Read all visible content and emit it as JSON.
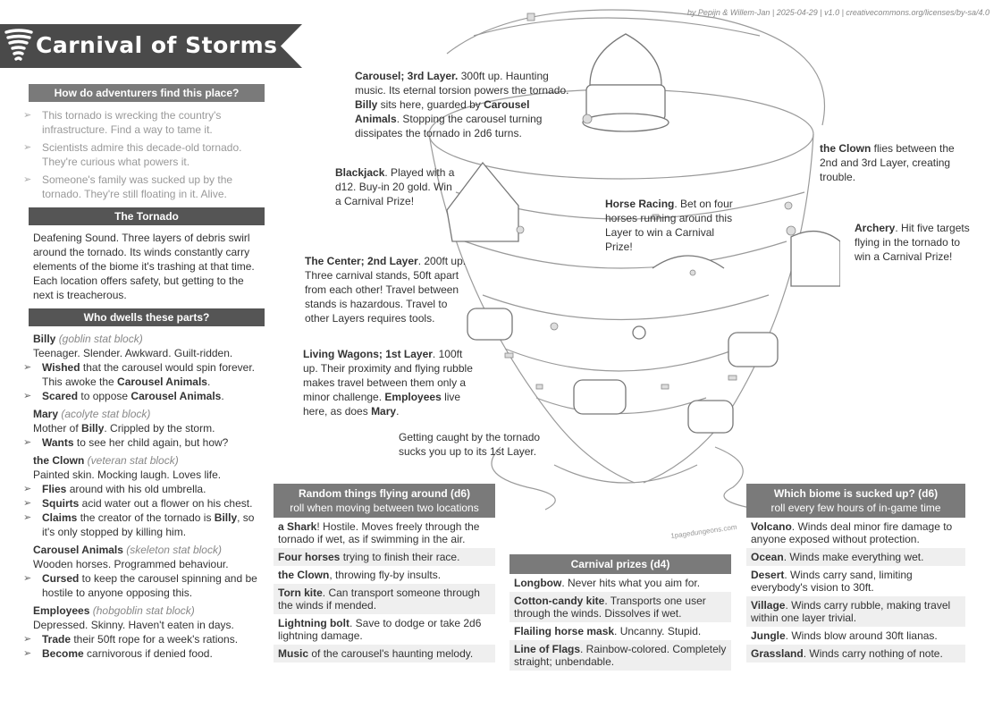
{
  "credit": "by Pepijn & Willem-Jan | 2025-04-29 | v1.0 | creativecommons.org/licenses/by-sa/4.0",
  "title": "Carnival of Storms",
  "find": {
    "header": "How do adventurers find this place?",
    "items": [
      "This tornado is wrecking the country's infrastructure. Find a way to tame it.",
      "Scientists admire this decade-old tornado. They're curious what powers it.",
      "Someone's family was sucked up by the tornado. They're still floating in it. Alive."
    ]
  },
  "tornado": {
    "header": "The Tornado",
    "text": "Deafening Sound. Three layers of debris swirl around the tornado. Its winds constantly carry elements of the biome it's trashing at that time. Each location offers safety, but getting to the next is treacherous."
  },
  "dwellers": {
    "header": "Who dwells these parts?",
    "billy": {
      "name": "Billy",
      "stat": "(goblin stat block)",
      "desc": "Teenager. Slender. Awkward. Guilt-ridden.",
      "b1": "Wished",
      "t1a": " that the carousel would spin forever. This awoke the ",
      "b1b": "Carousel Animals",
      "t1b": ".",
      "b2": "Scared",
      "t2": " to oppose ",
      "b2b": "Carousel Animals",
      "t2b": "."
    },
    "mary": {
      "name": "Mary",
      "stat": "(acolyte stat block)",
      "desc_a": "Mother of ",
      "desc_b": "Billy",
      "desc_c": ". Crippled by the storm.",
      "b1": "Wants",
      "t1": " to see her child again, but how?"
    },
    "clown": {
      "name": "the Clown",
      "stat": "(veteran stat block)",
      "desc": "Painted skin. Mocking laugh. Loves life.",
      "b1": "Flies",
      "t1": " around with his old umbrella.",
      "b2": "Squirts",
      "t2": " acid water out a flower on his chest.",
      "b3": "Claims",
      "t3a": " the creator of the tornado is ",
      "b3b": "Billy",
      "t3b": ", so it's only stopped by killing him."
    },
    "animals": {
      "name": "Carousel Animals",
      "stat": "(skeleton stat block)",
      "desc": "Wooden horses. Programmed behaviour.",
      "b1": "Cursed",
      "t1": " to keep the carousel spinning and be hostile to anyone opposing this."
    },
    "employees": {
      "name": "Employees",
      "stat": "(hobgoblin stat block)",
      "desc": "Depressed. Skinny. Haven't eaten in days.",
      "b1": "Trade",
      "t1": " their 50ft rope for a week's rations.",
      "b2": "Become",
      "t2": " carnivorous if denied food."
    }
  },
  "annotations": {
    "carousel": {
      "b": "Carousel; 3rd Layer.",
      "t1": " 300ft up. Haunting music. Its eternal torsion powers the tornado. ",
      "b2": "Billy",
      "t2": " sits here, guarded by ",
      "b3": "Carousel Animals",
      "t3": ". Stopping the carousel turning dissipates the tornado in 2d6 turns."
    },
    "clown": {
      "b": "the Clown",
      "t": " flies between the 2nd and 3rd Layer, creating trouble."
    },
    "blackjack": {
      "b": "Blackjack",
      "t": ". Played with a d12. Buy-in 20 gold. Win a Carnival Prize!"
    },
    "horse": {
      "b": "Horse Racing",
      "t": ". Bet on four horses running around this Layer to win a Carnival Prize!"
    },
    "archery": {
      "b": "Archery",
      "t": ". Hit five targets flying in the tornado to win a Carnival Prize!"
    },
    "center": {
      "b": "The Center; 2nd Layer",
      "t": ". 200ft up. Three carnival stands, 50ft apart from each other! Travel between stands is hazardous. Travel to other Layers requires tools."
    },
    "wagons": {
      "b": "Living Wagons; 1st Layer",
      "t1": ". 100ft up. Their proximity and flying rubble makes travel between them only a minor challenge. ",
      "b2": "Employees",
      "t2": " live here, as does ",
      "b3": "Mary",
      "t3": "."
    },
    "caught": "Getting caught by the tornado sucks you up to its 1st Layer."
  },
  "random": {
    "header": "Random things flying around (d6)",
    "sub": "roll when moving between two locations",
    "rows": [
      {
        "b": "a Shark",
        "t": "! Hostile. Moves freely through the tornado if wet, as if swimming in the air."
      },
      {
        "b": "Four horses",
        "t": " trying to finish their race."
      },
      {
        "b": "the Clown",
        "t": ", throwing fly-by insults."
      },
      {
        "b": "Torn kite",
        "t": ". Can transport someone through the winds if mended."
      },
      {
        "b": "Lightning bolt",
        "t": ". Save to dodge or take 2d6 lightning damage."
      },
      {
        "b": "Music",
        "t": " of the carousel's haunting melody."
      }
    ]
  },
  "prizes": {
    "header": "Carnival prizes (d4)",
    "rows": [
      {
        "b": "Longbow",
        "t": ". Never hits what you aim for."
      },
      {
        "b": "Cotton-candy kite",
        "t": ". Transports one user through the winds. Dissolves if wet."
      },
      {
        "b": "Flailing horse mask",
        "t": ". Uncanny. Stupid."
      },
      {
        "b": "Line of Flags",
        "t": ". Rainbow-colored. Completely straight; unbendable."
      }
    ]
  },
  "biome": {
    "header": "Which biome is sucked up? (d6)",
    "sub": "roll every few hours of in-game time",
    "rows": [
      {
        "b": "Volcano",
        "t": ". Winds deal minor fire damage to anyone exposed without protection."
      },
      {
        "b": "Ocean",
        "t": ". Winds make everything wet."
      },
      {
        "b": "Desert",
        "t": ". Winds carry sand, limiting everybody's vision to 30ft."
      },
      {
        "b": "Village",
        "t": ". Winds carry rubble, making travel within one layer trivial."
      },
      {
        "b": "Jungle",
        "t": ". Winds blow around 30ft lianas."
      },
      {
        "b": "Grassland",
        "t": ". Winds carry nothing of note."
      }
    ]
  },
  "watermark": "1pagedungeons.com"
}
